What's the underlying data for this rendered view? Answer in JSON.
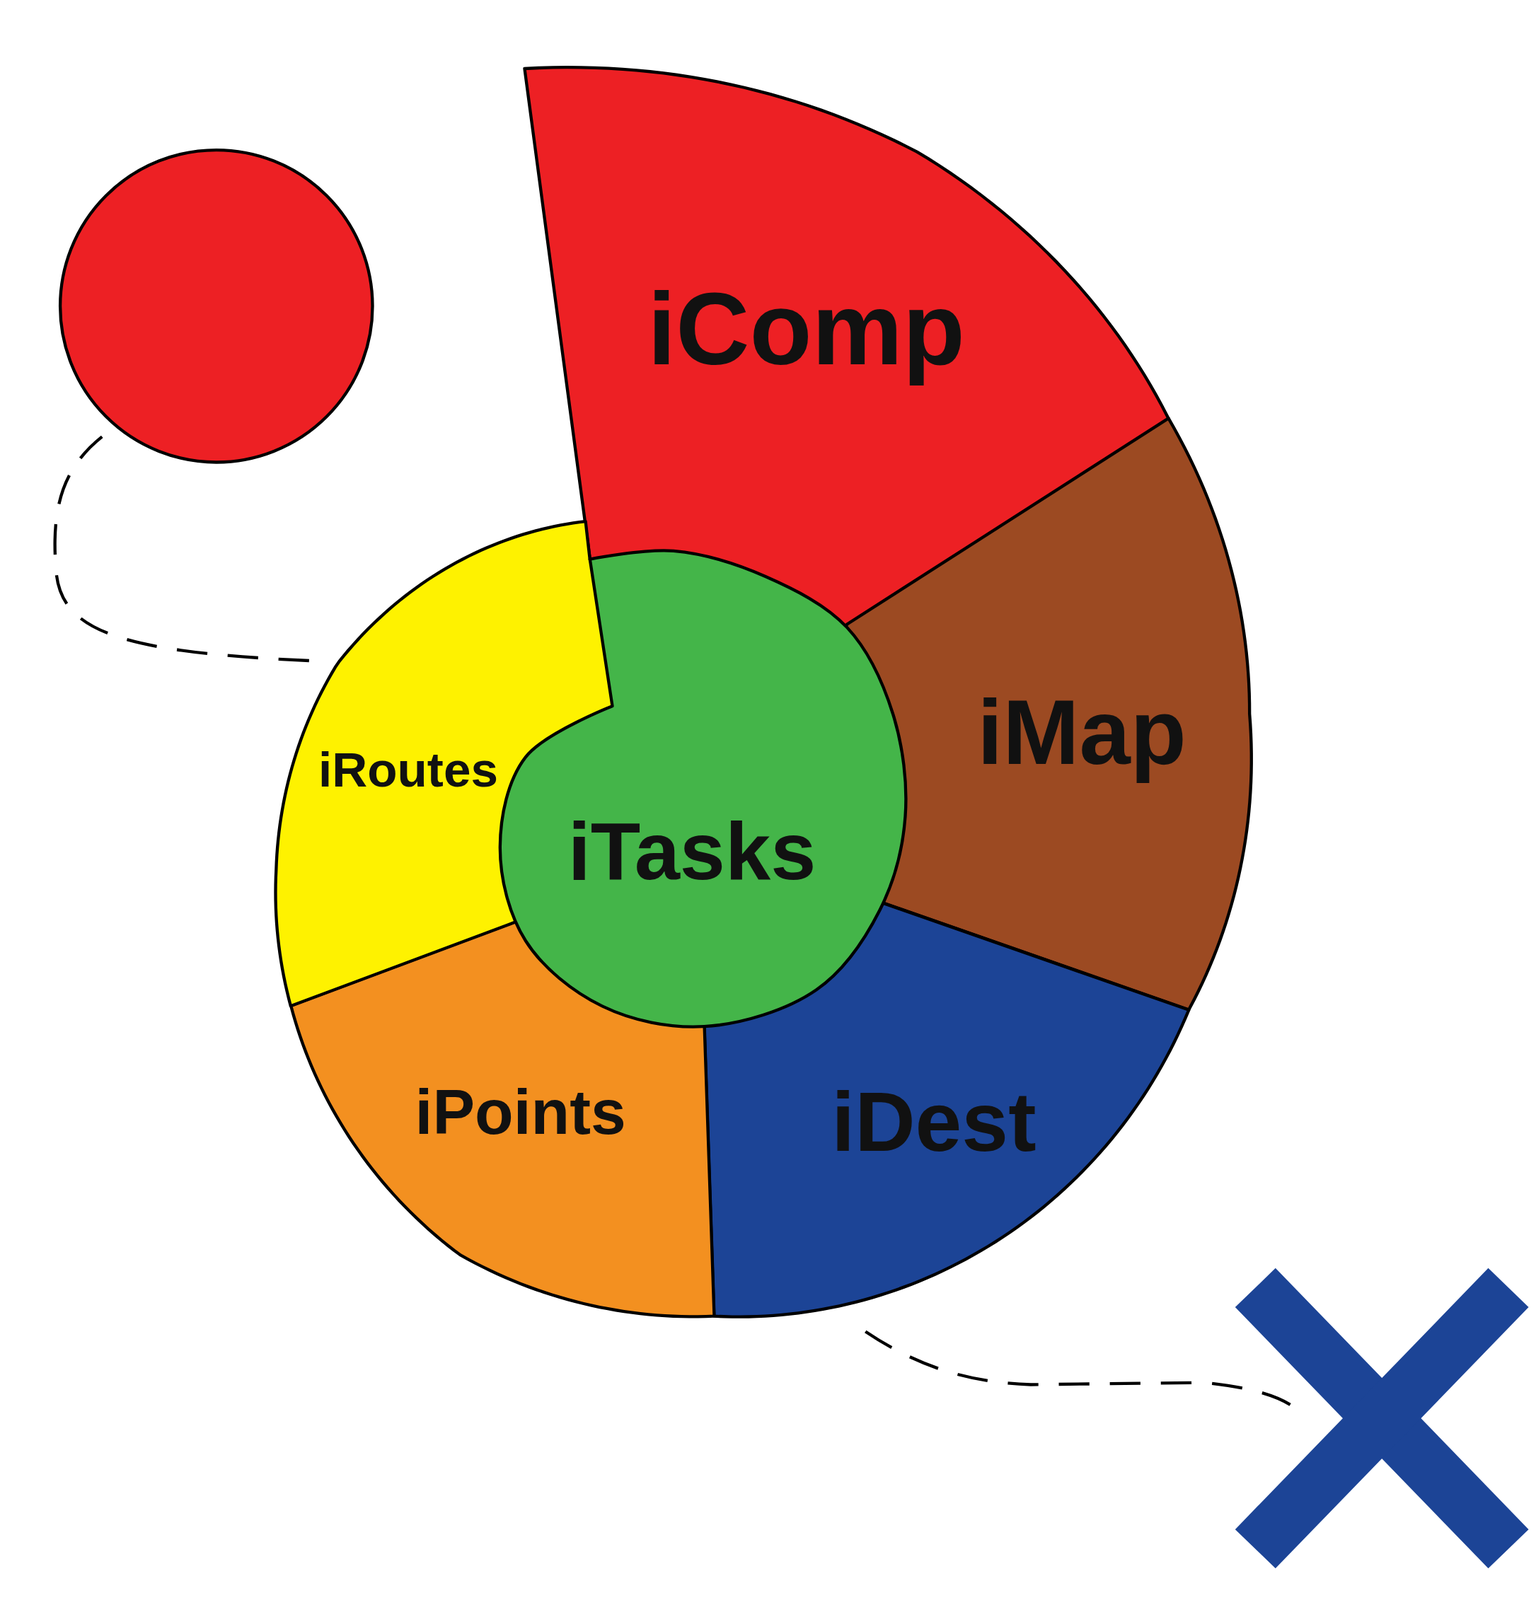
{
  "diagram": {
    "nodes": [
      {
        "text": [
          "iComp"
        ]
      },
      {
        "text": [
          "iMap"
        ]
      },
      {
        "text": [
          "iDest"
        ]
      },
      {
        "text": [
          "iPoints"
        ]
      },
      {
        "text": [
          "iRoutes"
        ]
      },
      {
        "text": [
          "iTasks"
        ]
      }
    ]
  }
}
